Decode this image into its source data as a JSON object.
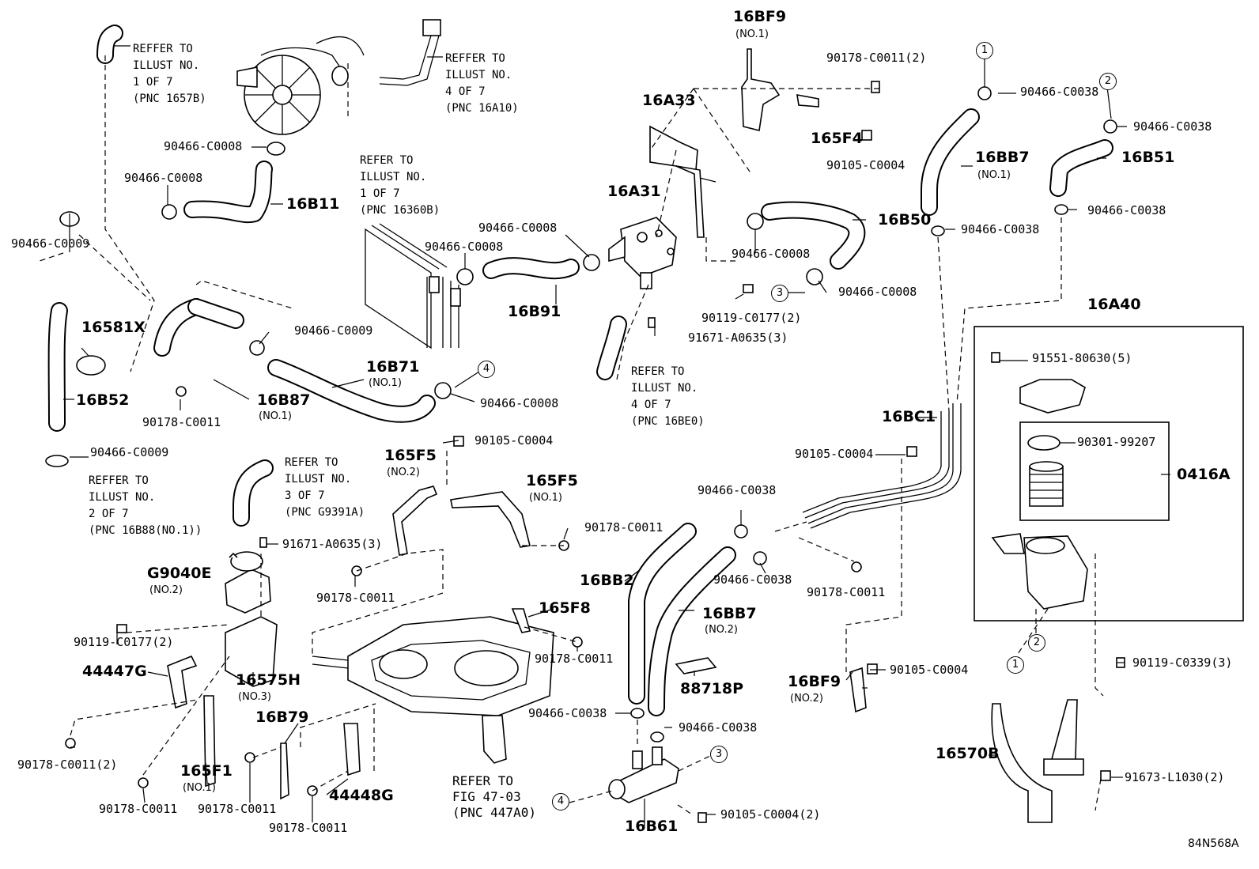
{
  "diagram_id": "84N568A",
  "labels": {
    "refer_1657b": "REFFER TO\nILLUST NO.\n1 OF 7\n(PNC 1657B)",
    "refer_16a10": "REFFER TO\nILLUST NO.\n4 OF 7\n(PNC 16A10)",
    "refer_16360b": "REFER TO\nILLUST NO.\n1 OF 7\n(PNC 16360B)",
    "refer_16be0": "REFER TO\nILLUST NO.\n4 OF 7\n(PNC 16BE0)",
    "refer_g9391a": "REFER TO\nILLUST NO.\n3 OF 7\n(PNC G9391A)",
    "refer_16b88": "REFFER TO\nILLUST NO.\n2 OF 7\n(PNC 16B88(NO.1))",
    "refer_447a0": "REFER TO\nFIG 47-03\n(PNC 447A0)",
    "p_16bf9_1": "16BF9",
    "p_16bf9_1_sub": "(NO.1)",
    "p_90178_c0011_2_top": "90178-C0011(2)",
    "p_16a33": "16A33",
    "p_165f4": "165F4",
    "p_90105_c0004_top": "90105-C0004",
    "p_90466_c0038_1": "90466-C0038",
    "p_90466_c0038_2": "90466-C0038",
    "p_16bb7_1": "16BB7",
    "p_16bb7_1_sub": "(NO.1)",
    "p_16b51": "16B51",
    "p_90466_c0038_3": "90466-C0038",
    "p_90466_c0038_4": "90466-C0038",
    "p_90466_c0008_1": "90466-C0008",
    "p_90466_c0008_2": "90466-C0008",
    "p_16b11": "16B11",
    "p_16a31": "16A31",
    "p_90466_c0008_3": "90466-C0008",
    "p_90466_c0008_4": "90466-C0008",
    "p_90466_c0008_5": "90466-C0008",
    "p_16b50": "16B50",
    "p_90466_c0008_6": "90466-C0008",
    "p_16b91": "16B91",
    "p_90119_c0177_2_top": "90119-C0177(2)",
    "p_91671_a0635_3_top": "91671-A0635(3)",
    "p_90466_c0009_1": "90466-C0009",
    "p_16581x": "16581X",
    "p_90466_c0009_2": "90466-C0009",
    "p_16b71": "16B71",
    "p_16b71_sub": "(NO.1)",
    "p_90466_c0008_7": "90466-C0008",
    "p_16b52": "16B52",
    "p_16b87": "16B87",
    "p_16b87_sub": "(NO.1)",
    "p_90178_c0011_a": "90178-C0011",
    "p_90466_c0009_3": "90466-C0009",
    "p_16a40": "16A40",
    "p_91551_80630_5": "91551-80630(5)",
    "p_90301_99207": "90301-99207",
    "p_0416a": "0416A",
    "p_16bc1": "16BC1",
    "p_90105_c0004_mid": "90105-C0004",
    "p_90105_c0004_b": "90105-C0004",
    "p_165f5_2": "165F5",
    "p_165f5_2_sub": "(NO.2)",
    "p_165f5_1": "165F5",
    "p_165f5_1_sub": "(NO.1)",
    "p_90466_c0038_5": "90466-C0038",
    "p_90466_c0038_6": "90466-C0038",
    "p_90178_c0011_b": "90178-C0011",
    "p_90178_c0011_c": "90178-C0011",
    "p_91671_a0635_3_low": "91671-A0635(3)",
    "p_g9040e": "G9040E",
    "p_g9040e_sub": "(NO.2)",
    "p_90178_c0011_d": "90178-C0011",
    "p_90119_c0177_2_low": "90119-C0177(2)",
    "p_16bb2": "16BB2",
    "p_16bb7_2": "16BB7",
    "p_16bb7_2_sub": "(NO.2)",
    "p_165f8": "165F8",
    "p_90178_c0011_e": "90178-C0011",
    "p_44447g": "44447G",
    "p_16575h": "16575H",
    "p_16575h_sub": "(NO.3)",
    "p_88718p": "88718P",
    "p_16bf9_2": "16BF9",
    "p_16bf9_2_sub": "(NO.2)",
    "p_90105_c0004_c": "90105-C0004",
    "p_90119_c0339_3": "90119-C0339(3)",
    "p_90178_c0011_2_low": "90178-C0011(2)",
    "p_16b79": "16B79",
    "p_90466_c0038_7": "90466-C0038",
    "p_90466_c0038_8": "90466-C0038",
    "p_165f1": "165F1",
    "p_165f1_sub": "(NO.1)",
    "p_16570b": "16570B",
    "p_91673_l1030_2": "91673-L1030(2)",
    "p_44448g": "44448G",
    "p_90178_c0011_f": "90178-C0011",
    "p_90178_c0011_g": "90178-C0011",
    "p_90178_c0011_h": "90178-C0011",
    "p_16b61": "16B61",
    "p_90105_c0004_2": "90105-C0004(2)",
    "c1": "1",
    "c2": "2",
    "c3": "3",
    "c4": "4"
  }
}
